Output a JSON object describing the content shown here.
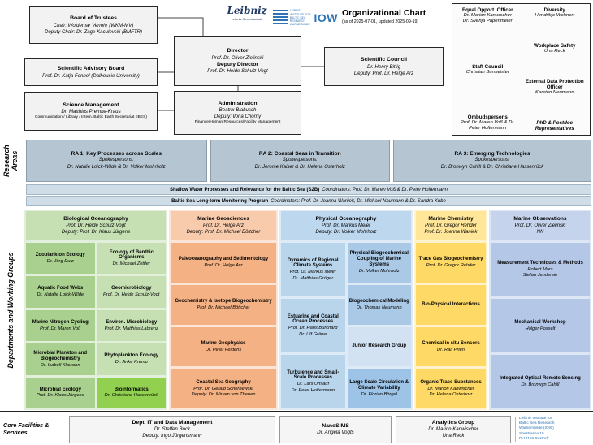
{
  "title_block": {
    "title": "Organizational Chart",
    "subtitle": "(as of 2025-07-01, updated 2025-09-19)"
  },
  "logos": {
    "leibniz_script": "Leibniz",
    "leibniz_caption": "Leibniz Gemeinschaft",
    "iow_caption": "Leibniz Institute for Baltic Sea Research Warnemünde",
    "iow_text": "IOW"
  },
  "top_left": {
    "board": {
      "title": "Board of Trustees",
      "lines": [
        "Chair: Woldemar Venohr (WKM-MV)",
        "Deputy Chair: Dr. Zage Kaculevski (BMFTR)"
      ]
    },
    "advisory": {
      "title": "Scientific Advisory Board",
      "lines": [
        "Prof. Dr. Katja Fennel (Dalhousie University)"
      ]
    },
    "science_mgmt": {
      "title": "Science Management",
      "lines": [
        "Dr. Matthias Premke-Kraus"
      ],
      "note": "Communication / Library / Intern. Baltic Earth Secretariat (IBES)"
    }
  },
  "center": {
    "director": {
      "title": "Director",
      "name": "Prof. Dr. Oliver Zielinski",
      "deputy_title": "Deputy Director",
      "deputy_name": "Prof. Dr. Heide Schulz-Vogt"
    },
    "administration": {
      "title": "Administration",
      "name": "Beatrix Blabusch",
      "deputy": "Deputy: Ilona Chorny",
      "note": "Finance/Human Resources/Facility Management"
    },
    "council": {
      "title": "Scientific Council",
      "name": "Dr. Henry Bittig",
      "deputy": "Deputy: Prof. Dr. Helge Arz"
    }
  },
  "top_right": {
    "col1": [
      {
        "title": "Equal Opport. Officer",
        "names": [
          "Dr. Marion Kanwischer",
          "Dr. Svenja Papenmeier"
        ]
      },
      {
        "title": "Staff Council",
        "names": [
          "Christian Burmeister"
        ]
      },
      {
        "title": "Ombudspersons",
        "names": [
          "Prof. Dr. Maren Voß & Dr. Peter Holtermann"
        ]
      }
    ],
    "col2": [
      {
        "title": "Diversity",
        "names": [
          "Hendrikje Wehnert"
        ]
      },
      {
        "title": "Workplace Safety",
        "names": [
          "Una Reck"
        ]
      },
      {
        "title": "External Data Protection Officer",
        "names": [
          "Karsten Neumann"
        ]
      },
      {
        "title": "PhD & Postdoc Representatives",
        "names": [],
        "em": true
      }
    ]
  },
  "sidebar": {
    "research": "Research Areas",
    "departments": "Departments and Working Groups"
  },
  "research_areas": {
    "areas": [
      {
        "title": "RA 1: Key Processes across Scales",
        "label": "Spokespersons:",
        "names": "Dr. Natalie Loick-Wilde & Dr. Volker Mohrholz"
      },
      {
        "title": "RA 2: Coastal Seas in Transition",
        "label": "Spokespersons:",
        "names": "Dr. Jerome Kaiser & Dr. Helena Osterholz"
      },
      {
        "title": "RA 3: Emerging Technologies",
        "label": "Spokespersons:",
        "names": "Dr. Bronwyn Cahill & Dr. Christiane Hassenrück"
      }
    ],
    "programs": [
      {
        "bold": "Shallow Water Processes and Relevance for the Baltic Sea (S2B)",
        "rest": "Coordinators: Prof. Dr. Maren Voß & Dr. Peter Holtermann"
      },
      {
        "bold": "Baltic Sea Long-term Monitoring Program",
        "rest": "Coordinators: Prof. Dr. Joanna Waniek, Dr. Michael Naumann & Dr. Sandra Kube"
      }
    ]
  },
  "departments": [
    {
      "title": "Biological Oceanography",
      "line1": "Prof. Dr. Heide Schulz-Vogt",
      "line2": "Deputy: Prof. Dr. Klaus Jürgens",
      "colors": {
        "tint": "#e2efda",
        "header": "#c6e0b4"
      },
      "groups": [
        {
          "title": "Zooplankton Ecology",
          "names": [
            "Dr. Jörg Dutz"
          ],
          "bg": "#a9d08e"
        },
        {
          "title": "Ecology of Benthic Organisms",
          "names": [
            "Dr. Michael Zettler"
          ],
          "bg": "#c6e0b4"
        },
        {
          "title": "Aquatic Food Webs",
          "names": [
            "Dr. Natalie Loick-Wilde"
          ],
          "bg": "#a9d08e"
        },
        {
          "title": "Geomicrobiology",
          "names": [
            "Prof. Dr. Heide Schulz-Vogt"
          ],
          "bg": "#c6e0b4"
        },
        {
          "title": "Marine Nitrogen Cycling",
          "names": [
            "Prof. Dr. Maren Voß"
          ],
          "bg": "#a9d08e"
        },
        {
          "title": "Environ. Microbiology",
          "names": [
            "Prof. Dr. Matthias Labrenz"
          ],
          "bg": "#c6e0b4"
        },
        {
          "title": "Microbial Plankton and Biogeochemistry",
          "names": [
            "Dr. Isabell Klawonn"
          ],
          "bg": "#a9d08e"
        },
        {
          "title": "Phytoplankton Ecology",
          "names": [
            "Dr. Anke Kremp"
          ],
          "bg": "#c6e0b4"
        },
        {
          "title": "Microbial Ecology",
          "names": [
            "Prof. Dr. Klaus Jürgens"
          ],
          "bg": "#a9d08e"
        },
        {
          "title": "Bioinformatics",
          "names": [
            "Dr. Christiane Hassenrück"
          ],
          "bg": "#92d050"
        }
      ]
    },
    {
      "title": "Marine Geosciences",
      "line1": "Prof. Dr. Helge Arz",
      "line2": "Deputy: Prof. Dr. Michael Böttcher",
      "colors": {
        "tint": "#fbe5d6",
        "header": "#f8cbad"
      },
      "groups": [
        {
          "title": "Paleoceanography and Sedimentology",
          "names": [
            "Prof. Dr. Helge Arz"
          ],
          "bg": "#f4b183"
        },
        {
          "title": "Geochemistry & Isotope Biogeochemistry",
          "names": [
            "Prof. Dr. Michael Böttcher"
          ],
          "bg": "#f4b183"
        },
        {
          "title": "Marine Geophysics",
          "names": [
            "Dr. Peter Feldens"
          ],
          "bg": "#f4b183"
        },
        {
          "title": "Coastal Sea Geography",
          "names": [
            "Prof. Dr. Gerald Schernewski",
            "Deputy: Dr. Miriam von Thenen"
          ],
          "bg": "#f4b183"
        }
      ]
    },
    {
      "title": "Physical Oceanography",
      "line1": "Prof. Dr. Markus Meier",
      "line2": "Deputy: Dr. Volker Mohrholz",
      "colors": {
        "tint": "#deebf7",
        "header": "#bdd7ee"
      },
      "groups_left": [
        {
          "title": "Dynamics of Regional Climate Systems",
          "names": [
            "Prof. Dr. Markus Meier",
            "Dr. Matthias Gröger"
          ],
          "bg": "#b9d5ec"
        },
        {
          "title": "Estuarine and Coastal Ocean Processes",
          "names": [
            "Prof. Dr. Hans Burchard",
            "Dr. Ulf Gräwe"
          ],
          "bg": "#b9d5ec"
        },
        {
          "title": "Turbulence and Small-Scale Processes",
          "names": [
            "Dr. Lars Umlauf",
            "Dr. Peter Holtermann"
          ],
          "bg": "#b9d5ec"
        }
      ],
      "groups_right": [
        {
          "title": "Physical-Biogeochemical Coupling of Marine Systems",
          "names": [
            "Dr. Volker Mohrholz"
          ],
          "bg": "#a9c9e6"
        },
        {
          "title": "Biogeochemical Modeling",
          "names": [
            "Dr. Thomas Neumann"
          ],
          "bg": "#a9c9e6"
        },
        {
          "title": "Junior Research Group",
          "names": [],
          "bg": "#d3e2f2"
        },
        {
          "title": "Large Scale Circulation & Climate Variability",
          "names": [
            "Dr. Florian Börgel"
          ],
          "bg": "#9dc3e6"
        }
      ]
    },
    {
      "title": "Marine Chemistry",
      "line1": "Prof. Dr. Gregor Rehder",
      "line2": "Prof. Dr. Joanna Waniek",
      "colors": {
        "tint": "#fff2cc",
        "header": "#ffe699"
      },
      "groups": [
        {
          "title": "Trace Gas Biogeochemistry",
          "names": [
            "Prof. Dr. Gregor Rehder"
          ],
          "bg": "#ffd966"
        },
        {
          "title": "Bio-Physical Interactions",
          "names": [],
          "bg": "#ffd966"
        },
        {
          "title": "Chemical in situ Sensors",
          "names": [
            "Dr. Ralf Prien"
          ],
          "bg": "#ffd966"
        },
        {
          "title": "Organic Trace Substances",
          "names": [
            "Dr. Marion Kanwischer",
            "Dr. Helena Osterholz"
          ],
          "bg": "#ffd966"
        }
      ]
    },
    {
      "title": "Marine Observations",
      "line1": "Prof. Dr. Oliver Zielinski",
      "line2": "NN",
      "colors": {
        "tint": "#dde6f4",
        "header": "#c5d3ec"
      },
      "groups": [
        {
          "title": "Measurement Techniques & Methods",
          "names": [
            "Robert Mars",
            "Stefan Jendersie"
          ],
          "bg": "#b4c7e7"
        },
        {
          "title": "Mechanical Workshop",
          "names": [
            "Holger Posselt"
          ],
          "bg": "#b4c7e7"
        },
        {
          "title": "Integrated Optical Remote Sensing",
          "names": [
            "Dr. Bronwyn Cahill"
          ],
          "bg": "#b4c7e7"
        }
      ]
    }
  ],
  "core_facilities": {
    "label": "Core Facilities & Services",
    "boxes": [
      {
        "title": "Dept. IT and Data Management",
        "names": [
          "Dr. Steffen Bock",
          "Deputy: Ingo Jürgensmann"
        ]
      },
      {
        "title": "NanoSIMS",
        "names": [
          "Dr. Angela Vogts"
        ]
      },
      {
        "title": "Analytics Group",
        "names": [
          "Dr. Marion Kanwischer",
          "Una Reck"
        ]
      }
    ],
    "address": [
      "Leibniz Institute for",
      "Baltic Sea Research",
      "Warnemünde (IOW)",
      "Seestrasse 15",
      "D-18119 Rostock"
    ],
    "address_color": "#2e74b5"
  }
}
